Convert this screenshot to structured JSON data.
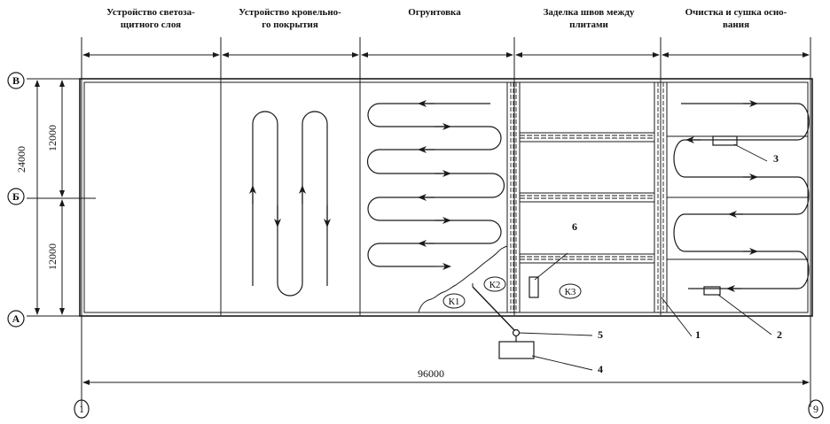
{
  "title": "Technological scheme of roof installation works",
  "zones": [
    {
      "id": "z1",
      "label_line1": "Устройство светоза-",
      "label_line2": "щитного слоя"
    },
    {
      "id": "z2",
      "label_line1": "Устройство кровельно-",
      "label_line2": "го покрытия"
    },
    {
      "id": "z3",
      "label_line1": "Огрунтовка",
      "label_line2": ""
    },
    {
      "id": "z4",
      "label_line1": "Заделка швов между",
      "label_line2": "плитами"
    },
    {
      "id": "z5",
      "label_line1": "Очистка и сушка осно-",
      "label_line2": "вания"
    }
  ],
  "axes": {
    "rows": [
      "В",
      "Б",
      "А"
    ],
    "columns": [
      "1",
      "9"
    ]
  },
  "dimensions": {
    "total_height": "24000",
    "upper_span": "12000",
    "lower_span": "12000",
    "total_length": "96000"
  },
  "kettles": [
    "К1",
    "К2",
    "К3"
  ],
  "callouts": [
    "1",
    "2",
    "3",
    "4",
    "5",
    "6"
  ]
}
